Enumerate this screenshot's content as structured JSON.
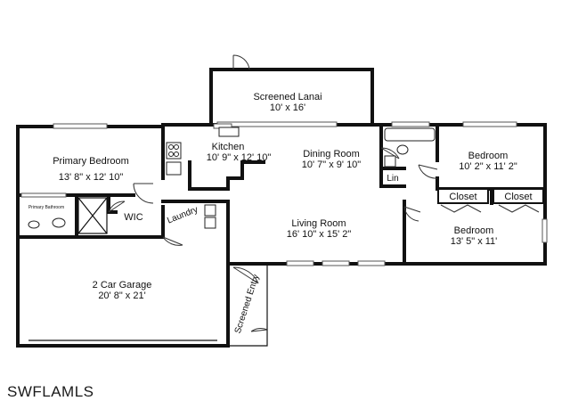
{
  "rooms": {
    "screened_lanai": {
      "name": "Screened Lanai",
      "dims": "10' x 16'"
    },
    "kitchen": {
      "name": "Kitchen",
      "dims": "10' 9\" x 12' 10\""
    },
    "dining_room": {
      "name": "Dining Room",
      "dims": "10' 7\" x 9' 10\""
    },
    "primary_bedroom": {
      "name": "Primary Bedroom",
      "dims": "13' 8\" x 12' 10\""
    },
    "bedroom_1": {
      "name": "Bedroom",
      "dims": "10' 2\" x 11' 2\""
    },
    "bedroom_2": {
      "name": "Bedroom",
      "dims": "13' 5\" x 11'"
    },
    "living_room": {
      "name": "Living Room",
      "dims": "16' 10\" x 15' 2\""
    },
    "garage": {
      "name": "2 Car Garage",
      "dims": "20' 8\" x 21'"
    },
    "primary_bathroom": {
      "name": "Primary Bathroom"
    },
    "wic": {
      "name": "WIC"
    },
    "laundry": {
      "name": "Laundry"
    },
    "linen": {
      "name": "Lin"
    },
    "closet_1": {
      "name": "Closet"
    },
    "closet_2": {
      "name": "Closet"
    },
    "screened_entry": {
      "name": "Screened Entry"
    }
  },
  "watermark": "SWFLAMLS"
}
